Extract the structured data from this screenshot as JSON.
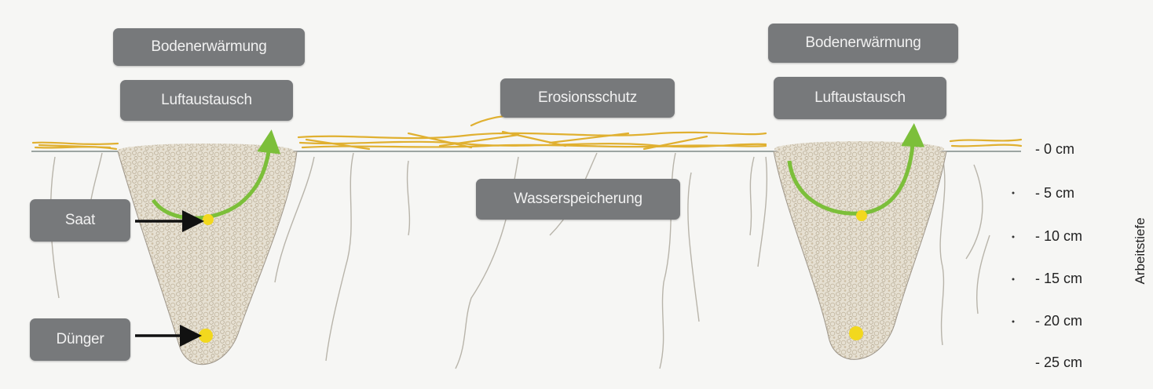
{
  "labels": {
    "left_soil_warming": "Bodenerwärmung",
    "left_air_exchange": "Luftaustausch",
    "erosion": "Erosionsschutz",
    "water": "Wasserspeicherung",
    "seed": "Saat",
    "fertilizer": "Dünger",
    "right_soil_warming": "Bodenerwärmung",
    "right_air_exchange": "Luftaustausch"
  },
  "depth_scale": {
    "title": "Arbeitstiefe",
    "ticks": [
      "- 0 cm",
      "- 5 cm",
      "- 10 cm",
      "- 15 cm",
      "- 20 cm",
      "- 25 cm"
    ]
  },
  "colors": {
    "label_bg": "#77797b",
    "label_text": "#f1f1f1",
    "straw": "#e0b030",
    "arrow_green": "#7cbf3a",
    "seed_yellow": "#f2d81e",
    "soil_loose": "#e3dccd",
    "roots": "#b8b4aa"
  }
}
